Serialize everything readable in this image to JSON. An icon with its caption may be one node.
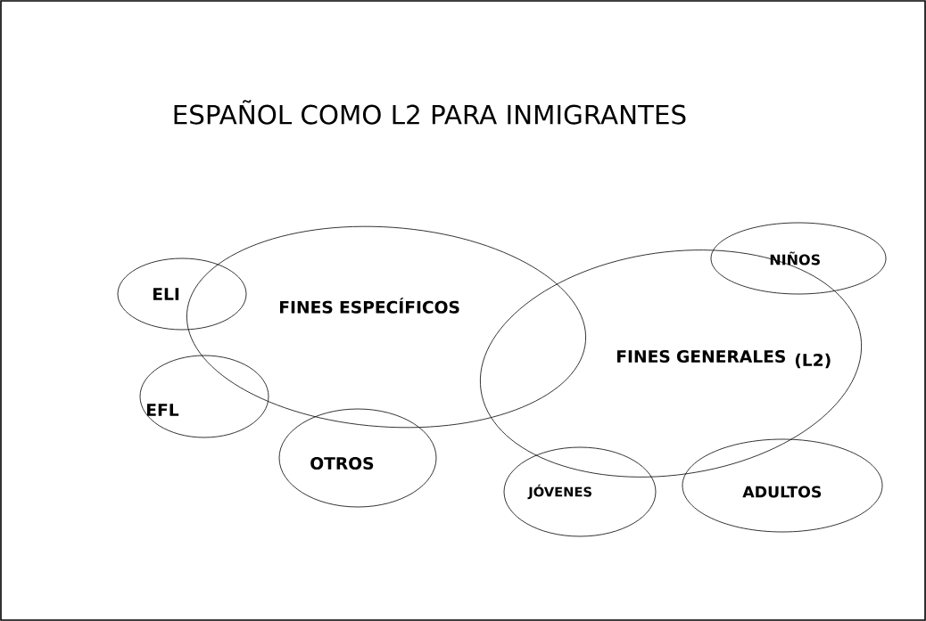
{
  "diagram": {
    "title": "ESPAÑOL COMO L2 PARA INMIGRANTES",
    "nodes": [
      {
        "text": [
          "ELI"
        ]
      },
      {
        "text": [
          "FINES ESPECÍFICOS"
        ]
      },
      {
        "text": [
          "NIÑOS"
        ]
      },
      {
        "text": [
          "FINES GENERALES",
          "(L2)"
        ]
      },
      {
        "text": [
          "EFL"
        ]
      },
      {
        "text": [
          "OTROS"
        ]
      },
      {
        "text": [
          "JÓVENES"
        ]
      },
      {
        "text": [
          "ADULTOS"
        ]
      }
    ]
  }
}
